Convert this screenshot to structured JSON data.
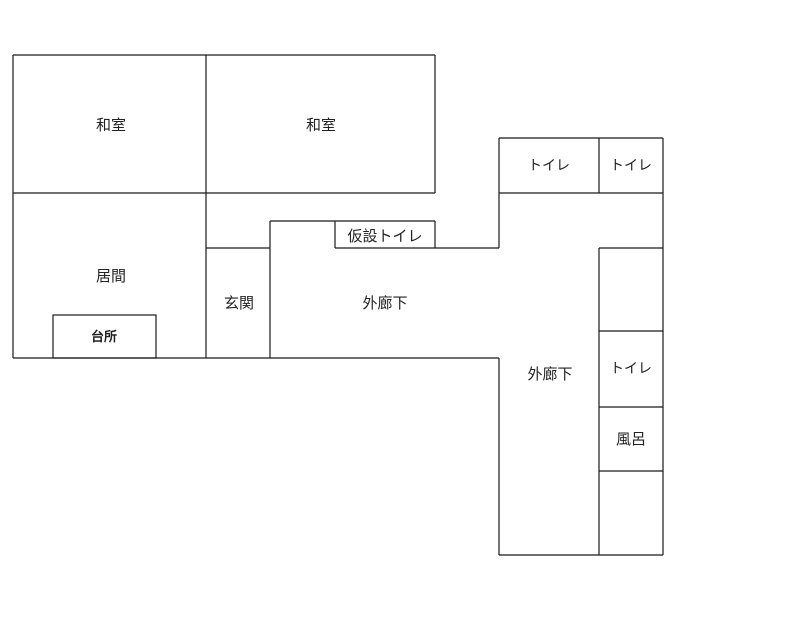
{
  "rooms": {
    "washitsu_1": "和室",
    "washitsu_2": "和室",
    "ima": "居間",
    "daidokoro": "台所",
    "genkan": "玄関",
    "kasetsu_toilet": "仮設トイレ",
    "sotorouka_1": "外廊下",
    "sotorouka_2": "外廊下",
    "toilet_1": "トイレ",
    "toilet_2": "トイレ",
    "toilet_3": "トイレ",
    "furo": "風呂"
  },
  "colors": {
    "line": "#1a1a1a",
    "text": "#222222",
    "background": "#ffffff"
  }
}
